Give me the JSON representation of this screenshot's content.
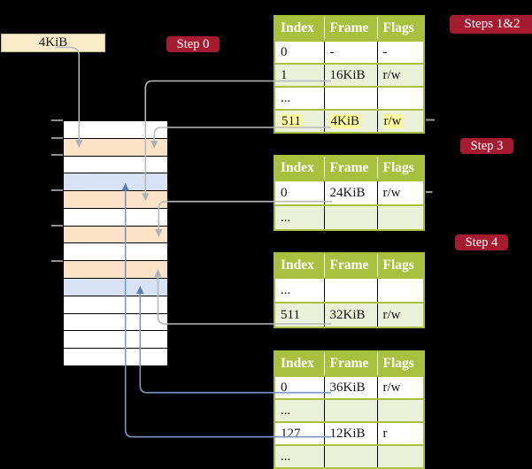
{
  "mem_label": "4KiB",
  "badges": {
    "step0": "Step 0",
    "steps12": "Steps 1&2",
    "step3": "Step 3",
    "step4": "Step 4"
  },
  "memory": {
    "rows": [
      {
        "kind": "frame-empty"
      },
      {
        "kind": "frame-page-table"
      },
      {
        "kind": "frame-empty"
      },
      {
        "kind": "frame-data-page"
      },
      {
        "kind": "frame-page-table"
      },
      {
        "kind": "frame-empty"
      },
      {
        "kind": "frame-page-table"
      },
      {
        "kind": "frame-empty"
      },
      {
        "kind": "frame-page-table"
      },
      {
        "kind": "frame-data-page"
      },
      {
        "kind": "frame-empty"
      },
      {
        "kind": "frame-empty"
      },
      {
        "kind": "frame-empty"
      },
      {
        "kind": "frame-empty"
      }
    ]
  },
  "tables": [
    {
      "headers": [
        "Index",
        "Frame",
        "Flags"
      ],
      "rows": [
        {
          "cells": [
            "0",
            "-",
            "-"
          ]
        },
        {
          "cells": [
            "1",
            "16KiB",
            "r/w"
          ]
        },
        {
          "cells": [
            "...",
            "",
            ""
          ]
        },
        {
          "cells": [
            "511",
            "4KiB",
            "r/w"
          ]
        }
      ]
    },
    {
      "headers": [
        "Index",
        "Frame",
        "Flags"
      ],
      "rows": [
        {
          "cells": [
            "0",
            "24KiB",
            "r/w"
          ]
        },
        {
          "cells": [
            "...",
            "",
            ""
          ]
        }
      ]
    },
    {
      "headers": [
        "Index",
        "Frame",
        "Flags"
      ],
      "rows": [
        {
          "cells": [
            "...",
            "",
            ""
          ]
        },
        {
          "cells": [
            "511",
            "32KiB",
            "r/w"
          ]
        }
      ]
    },
    {
      "headers": [
        "Index",
        "Frame",
        "Flags"
      ],
      "rows": [
        {
          "cells": [
            "0",
            "36KiB",
            "r/w"
          ]
        },
        {
          "cells": [
            "...",
            "",
            ""
          ]
        },
        {
          "cells": [
            "127",
            "12KiB",
            "r"
          ]
        },
        {
          "cells": [
            "...",
            "",
            ""
          ]
        }
      ]
    }
  ],
  "colors": {
    "background": "#000000",
    "badge_red": "#a51c30",
    "table_header_green": "#a7c13e",
    "table_row_shaded": "#ebf1d9",
    "cell_highlight_yellow": "#ffff9e",
    "memory_page_table_frame": "#fce3c8",
    "memory_data_page_frame": "#d7e3f4",
    "memory_label_box": "#faecc8",
    "connector_gray": "#b9b9b9",
    "connector_blue": "#7b97c4"
  }
}
